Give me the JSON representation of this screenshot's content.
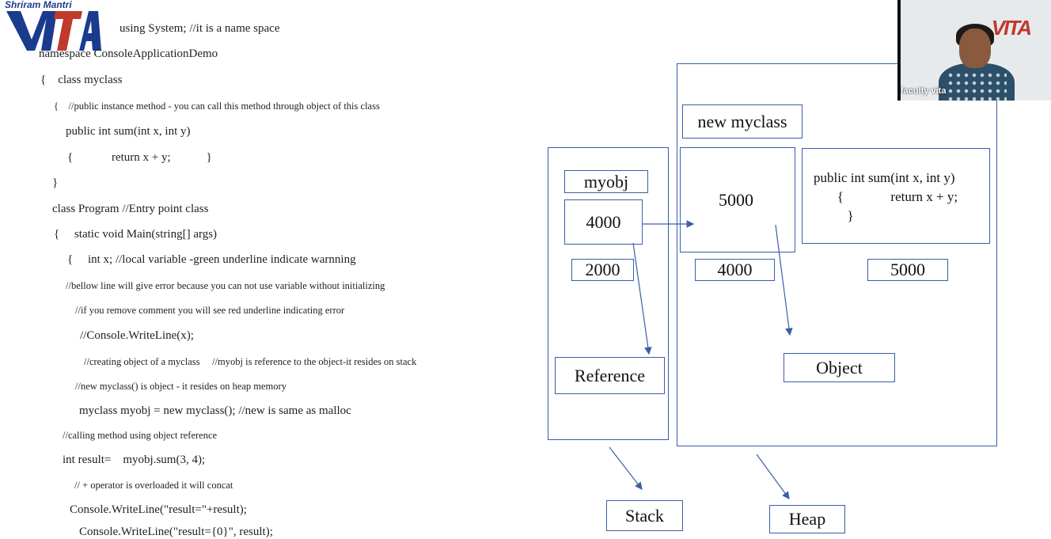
{
  "logo": {
    "tagline": "Shriram Mantri",
    "brand": "VITA"
  },
  "code": [
    "using System; //it is a name space",
    "namespace ConsoleApplicationDemo",
    "{    class myclass",
    "{    //public instance method - you can call this method through object of this class",
    "public int sum(int x, int y)",
    "{             return x + y;            }",
    "}",
    "class Program //Entry point class",
    "{     static void Main(string[] args)",
    "{     int x; //local variable -green underline indicate warnning",
    "//bellow line will give error because you can not use variable without initializing",
    "//if you remove comment you will see red underline indicating error",
    "//Console.WriteLine(x);",
    "//creating object of a myclass     //myobj is reference to the object-it resides on stack",
    "//new myclass() is object - it resides on heap memory",
    "myclass myobj = new myclass(); //new is same as malloc",
    "//calling method using object reference",
    "int result=    myobj.sum(3, 4);",
    "// + operator is overloaded it will concat",
    "Console.WriteLine(\"result=\"+result);",
    "Console.WriteLine(\"result={0}\", result);"
  ],
  "diagram": {
    "stack_var_name": "myobj",
    "stack_var_value": "4000",
    "stack_var_address": "2000",
    "reference_label": "Reference",
    "stack_label": "Stack",
    "new_label": "new myclass",
    "object_value": "5000",
    "object_address": "4000",
    "method_text": "public int sum(int x, int y)\n       {              return x + y;\n          }",
    "method_address": "5000",
    "object_label": "Object",
    "heap_label": "Heap"
  },
  "video": {
    "participant_name": "faculty vita",
    "logo_text": "VITA"
  },
  "colors": {
    "accent": "#3b5ea8",
    "logo_red": "#c0392b",
    "logo_blue": "#1b3b8f"
  }
}
